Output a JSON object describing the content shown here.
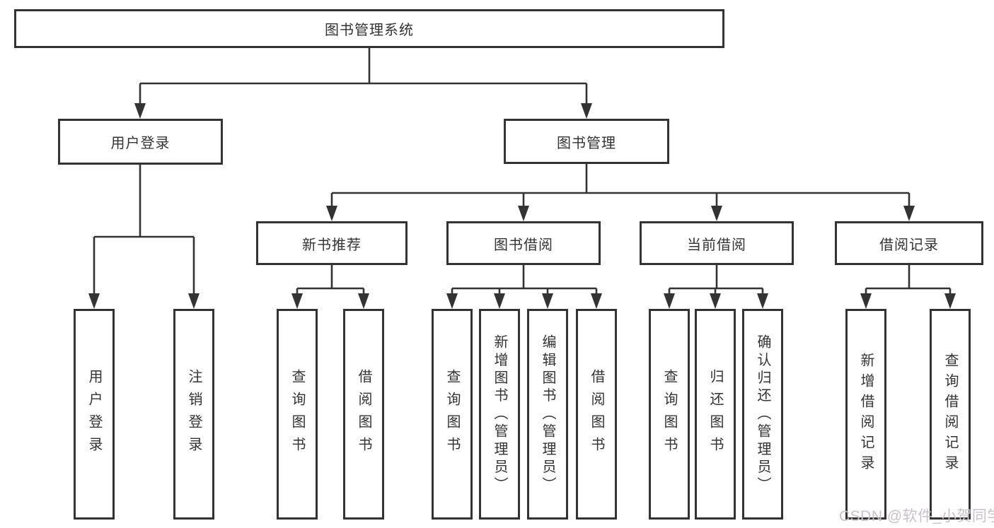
{
  "diagram_title": "图书管理系统",
  "tree": {
    "label": "图书管理系统",
    "children": [
      {
        "label": "用户登录",
        "children": [
          {
            "label": "用户登录"
          },
          {
            "label": "注销登录"
          }
        ]
      },
      {
        "label": "图书管理",
        "children": [
          {
            "label": "新书推荐",
            "children": [
              {
                "label": "查询图书"
              },
              {
                "label": "借阅图书"
              }
            ]
          },
          {
            "label": "图书借阅",
            "children": [
              {
                "label": "查询图书"
              },
              {
                "label": "新增图书（管理员）"
              },
              {
                "label": "编辑图书（管理员）"
              },
              {
                "label": "借阅图书"
              }
            ]
          },
          {
            "label": "当前借阅",
            "children": [
              {
                "label": "查询图书"
              },
              {
                "label": "归还图书"
              },
              {
                "label": "确认归还（管理员）"
              }
            ]
          },
          {
            "label": "借阅记录",
            "children": [
              {
                "label": "新增借阅记录"
              },
              {
                "label": "查询借阅记录"
              }
            ]
          }
        ]
      }
    ]
  },
  "watermark": "CSDN @软件_小贺同学",
  "colors": {
    "line": "#333333",
    "text": "#333333",
    "background": "#ffffff",
    "watermark": "#c9c2c8"
  }
}
